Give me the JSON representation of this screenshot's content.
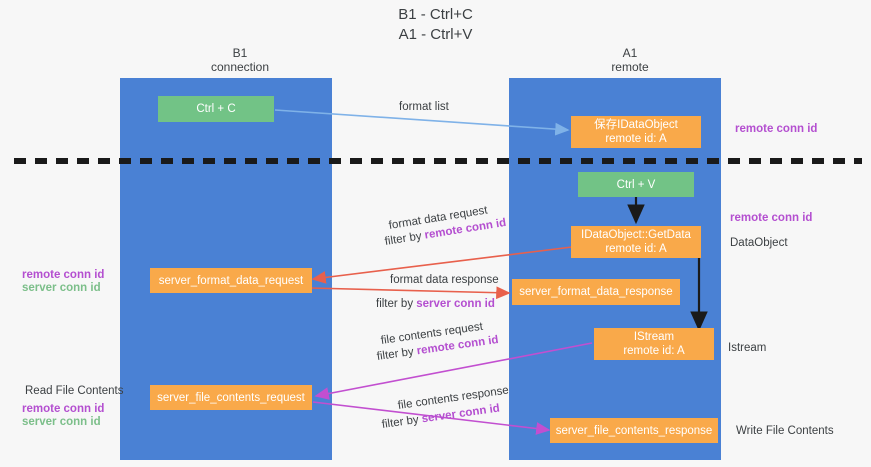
{
  "title": {
    "line1": "B1 - Ctrl+C",
    "line2": "A1 - Ctrl+V"
  },
  "columns": [
    {
      "name": "B1",
      "sub": "connection"
    },
    {
      "name": "A1",
      "sub": "remote"
    }
  ],
  "colors": {
    "lane": "#4a81d4",
    "node_green": "#72c386",
    "node_orange": "#f9a94a",
    "edge_blue": "#7fb2e8",
    "edge_red": "#e8604c",
    "edge_magenta": "#c24fd0",
    "edge_black": "#1a1a1a",
    "key_purple": "#b44fd0",
    "key_green": "#7cbf8a",
    "divider": "#1a1a1a",
    "background": "#f7f7f7"
  },
  "nodes": {
    "ctrl_c": {
      "label": "Ctrl + C"
    },
    "save_dataobject": {
      "line1": "保存IDataObject",
      "line2": "remote id: A"
    },
    "ctrl_v": {
      "label": "Ctrl + V"
    },
    "getdata": {
      "line1": "IDataObject::GetData",
      "line2": "remote id: A"
    },
    "server_format_data_request": {
      "label": "server_format_data_request"
    },
    "server_format_data_response": {
      "label": "server_format_data_response"
    },
    "istream": {
      "line1": "IStream",
      "line2": "remote id: A"
    },
    "server_file_contents_request": {
      "label": "server_file_contents_request"
    },
    "server_file_contents_response": {
      "label": "server_file_contents_response"
    }
  },
  "edges": {
    "format_list": {
      "text": "format list"
    },
    "format_data_request": {
      "text": "format data request"
    },
    "format_data_request_filter": {
      "prefix": "filter by ",
      "key": "remote conn id"
    },
    "format_data_response": {
      "text": "format data response"
    },
    "format_data_response_filter": {
      "prefix": "filter by ",
      "key": "server conn id"
    },
    "file_contents_request": {
      "text": "file contents request"
    },
    "file_contents_request_filter": {
      "prefix": "filter by ",
      "key": "remote conn id"
    },
    "file_contents_response": {
      "text": "file contents response"
    },
    "file_contents_response_filter": {
      "prefix": "filter by ",
      "key": "server conn id"
    }
  },
  "annotations": {
    "right_remote_conn_id_top": "remote conn id",
    "right_remote_conn_id_mid": "remote conn id",
    "right_dataobject": "DataObject",
    "right_istream": "Istream",
    "right_write_file_contents": "Write File Contents",
    "left_remote_conn_id_mid": "remote conn id",
    "left_server_conn_id_mid": "server conn id",
    "left_read_file_contents": "Read File Contents",
    "left_remote_conn_id_bottom": "remote conn id",
    "left_server_conn_id_bottom": "server conn id"
  }
}
